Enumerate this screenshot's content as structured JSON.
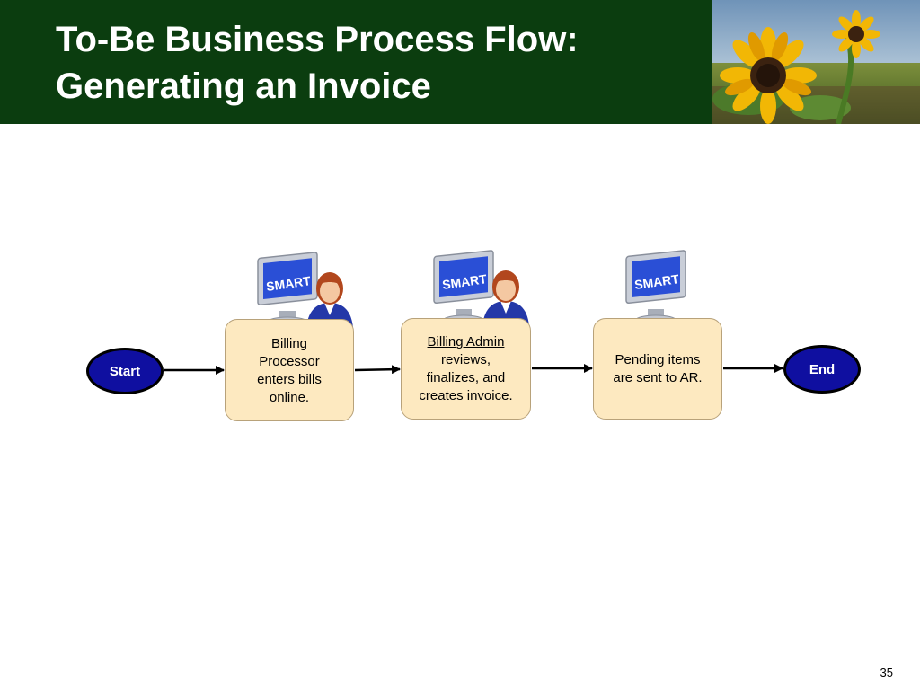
{
  "slide": {
    "title_line1": "To-Be Business Process Flow:",
    "title_line2": "Generating an Invoice",
    "page_number": "35"
  },
  "flow": {
    "start_label": "Start",
    "end_label": "End",
    "steps": [
      {
        "actor": "Billing Processor",
        "actor_line1": "Billing",
        "actor_line2": "Processor",
        "rest_line1": "enters bills",
        "rest_line2": "online."
      },
      {
        "actor": "Billing Admin",
        "rest_line1": "reviews,",
        "rest_line2": "finalizes, and",
        "rest_line3": "creates invoice."
      },
      {
        "text_line1": "Pending items",
        "text_line2": "are sent to AR."
      }
    ],
    "system_label": "SMART"
  },
  "colors": {
    "header_bg": "#0b3d0f",
    "oval_fill": "#0f0fa0",
    "step_fill": "#fde9c0",
    "monitor_screen": "#2a4fd6"
  },
  "icons": [
    "sunflower-photo",
    "smart-computer-icon",
    "user-icon"
  ]
}
